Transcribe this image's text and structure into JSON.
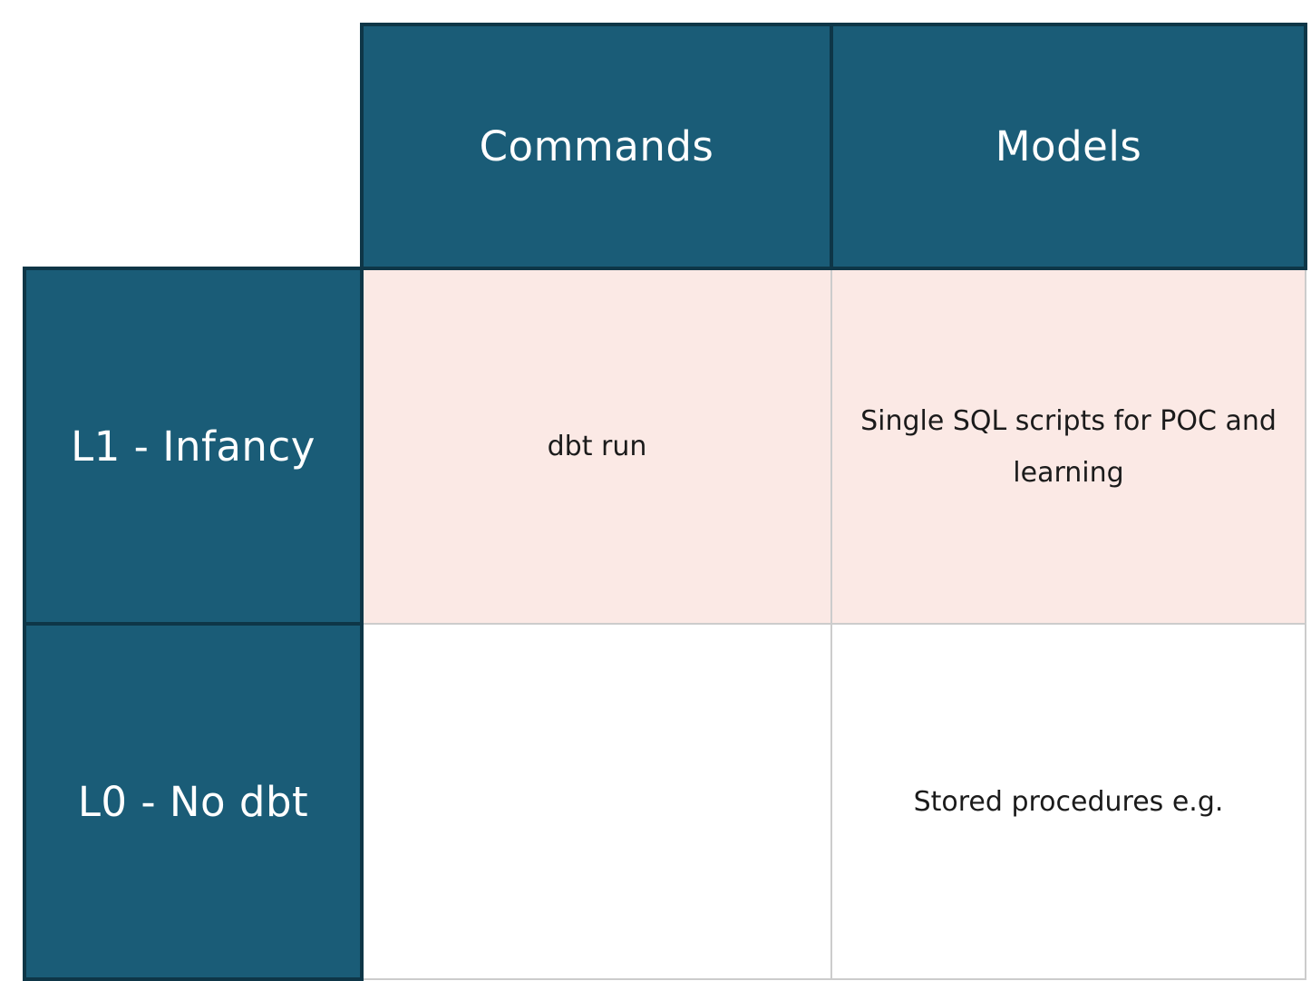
{
  "table": {
    "column_headers": [
      "Commands",
      "Models"
    ],
    "rows": [
      {
        "header": "L1 - Infancy",
        "cells": [
          "dbt run",
          "Single SQL scripts for POC and learning"
        ]
      },
      {
        "header": "L0 - No dbt",
        "cells": [
          "",
          "Stored procedures e.g."
        ]
      }
    ],
    "colors": {
      "header_fill": "#1a5c77",
      "header_border": "#0e3647",
      "header_text": "#ffffff",
      "row_l1_fill": "#fbe9e5",
      "row_l0_fill": "#ffffff",
      "cell_border": "#cccccc",
      "cell_text": "#1b1b1b"
    }
  }
}
